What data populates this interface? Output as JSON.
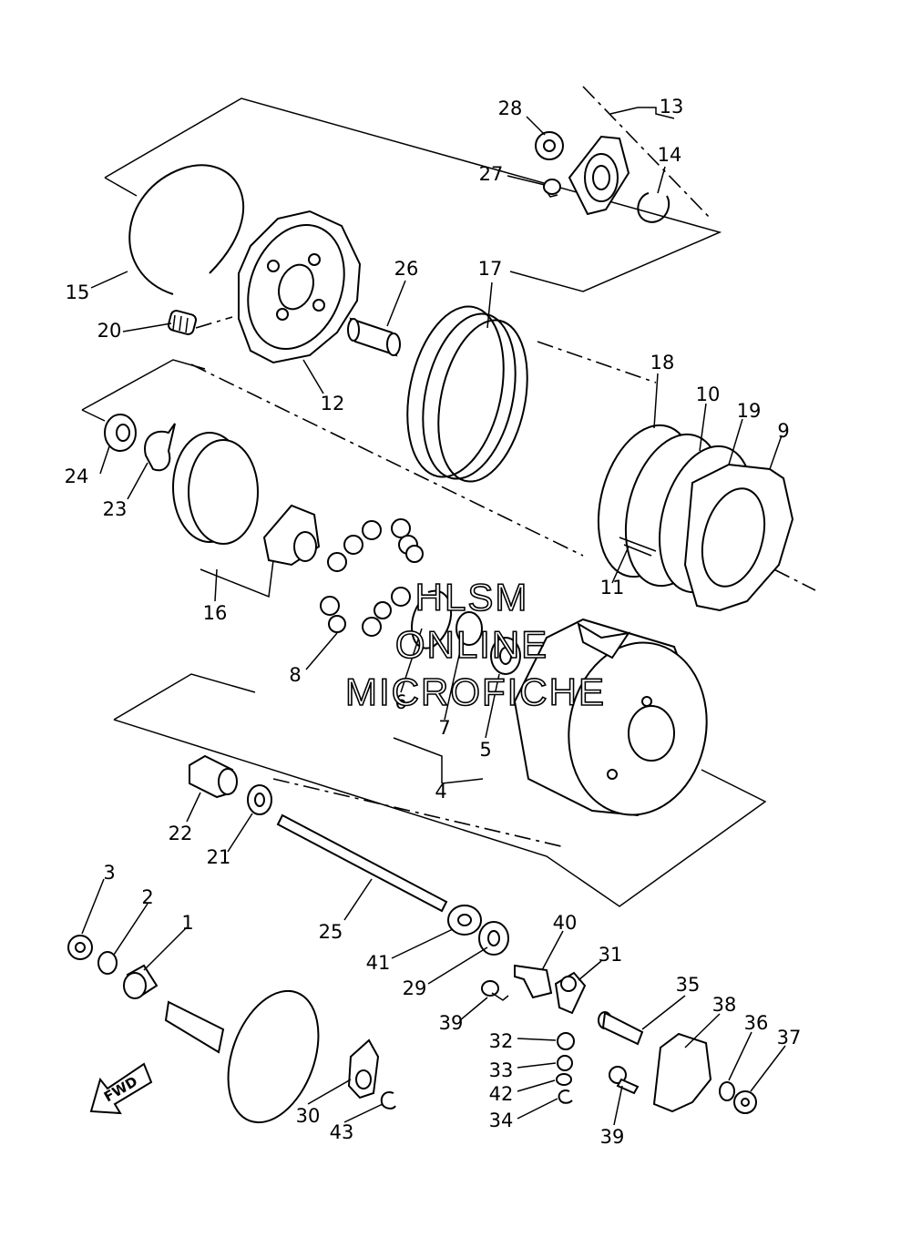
{
  "watermark": [
    "HLSM",
    "ONLINE",
    "MICROFICHE"
  ],
  "direction_label": "FWD",
  "callouts": [
    "1",
    "2",
    "3",
    "4",
    "5",
    "6",
    "7",
    "8",
    "9",
    "10",
    "11",
    "12",
    "13",
    "14",
    "15",
    "16",
    "17",
    "18",
    "19",
    "20",
    "21",
    "22",
    "23",
    "24",
    "25",
    "26",
    "27",
    "28",
    "29",
    "30",
    "31",
    "32",
    "33",
    "34",
    "35",
    "36",
    "37",
    "38",
    "39",
    "40",
    "41",
    "42",
    "43"
  ],
  "callout_39_second": "39"
}
